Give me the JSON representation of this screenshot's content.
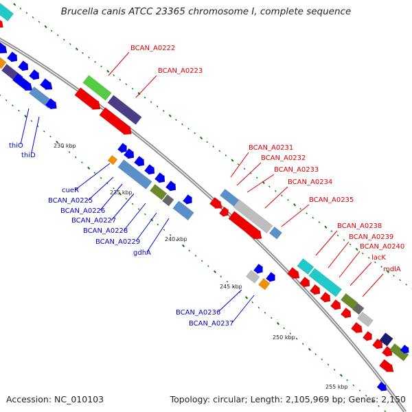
{
  "title": "Brucella canis ATCC 23365 chromosome I, complete sequence",
  "footer": {
    "accession": "Accession: NC_010103",
    "summary": "Topology: circular; Length: 2,105,969 bp; Genes: 2,150"
  },
  "colors": {
    "label_red": "#dd0000",
    "label_blue": "#0000cc",
    "backbone": "#909090",
    "tick": "#007000"
  },
  "scale_labels": [
    "230 kbp",
    "235 kbp",
    "240 kbp",
    "245 kbp",
    "250 kbp",
    "255 kbp"
  ],
  "gene_labels_red": [
    "BCAN_A0222",
    "BCAN_A0223",
    "BCAN_A0231",
    "BCAN_A0232",
    "BCAN_A0233",
    "BCAN_A0234",
    "BCAN_A0235",
    "BCAN_A0238",
    "BCAN_A0239",
    "BCAN_A0240",
    "lacK",
    "mdlA"
  ],
  "gene_labels_blue": [
    "thiO",
    "thiD",
    "cueR",
    "BCAN_A0225",
    "BCAN_A0226",
    "BCAN_A0227",
    "BCAN_A0228",
    "BCAN_A0229",
    "gdhA",
    "BCAN_A0236",
    "BCAN_A0237"
  ]
}
